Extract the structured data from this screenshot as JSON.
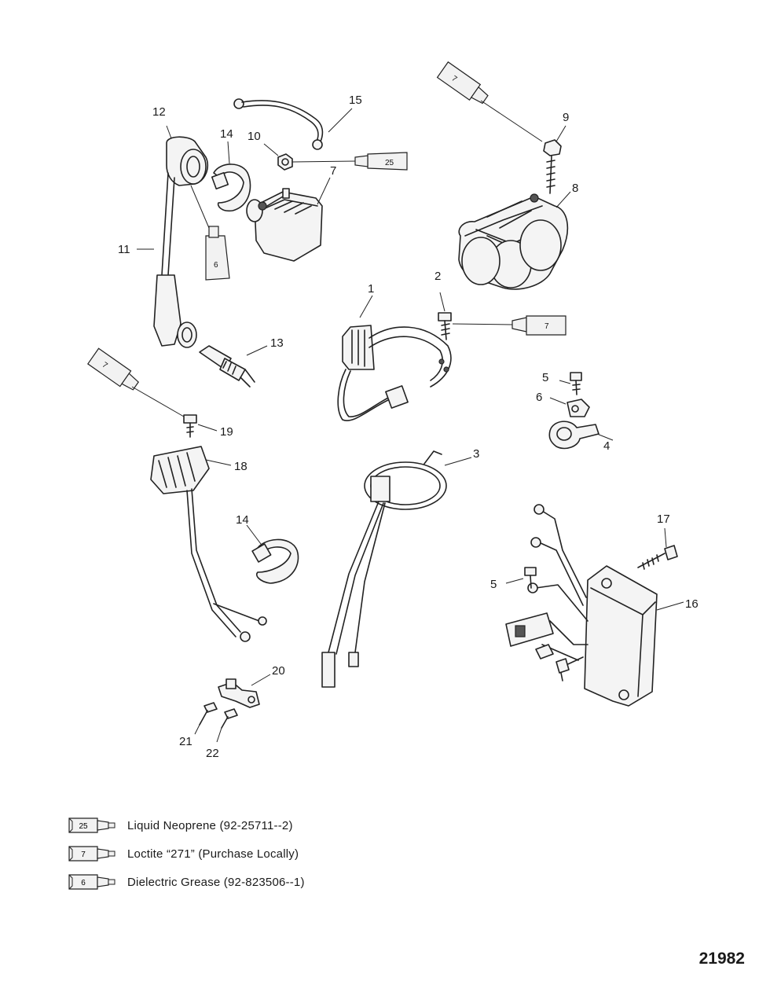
{
  "callouts": {
    "c1": "1",
    "c2": "2",
    "c3": "3",
    "c4": "4",
    "c5a": "5",
    "c5b": "5",
    "c6": "6",
    "c7a": "7",
    "c8": "8",
    "c9": "9",
    "c10": "10",
    "c11": "11",
    "c12": "12",
    "c13": "13",
    "c14a": "14",
    "c14b": "14",
    "c15": "15",
    "c16": "16",
    "c17": "17",
    "c18": "18",
    "c19": "19",
    "c20": "20",
    "c21": "21",
    "c22": "22"
  },
  "tubes": {
    "t25": "25",
    "t7a": "7",
    "t7b": "7",
    "t7c": "7",
    "t6": "6"
  },
  "legend": [
    {
      "code": "25",
      "text": "Liquid Neoprene (92-25711--2)"
    },
    {
      "code": "7",
      "text": "Loctite “271” (Purchase Locally)"
    },
    {
      "code": "6",
      "text": "Dielectric Grease (92-823506--1)"
    }
  ],
  "figure_id": "21982"
}
